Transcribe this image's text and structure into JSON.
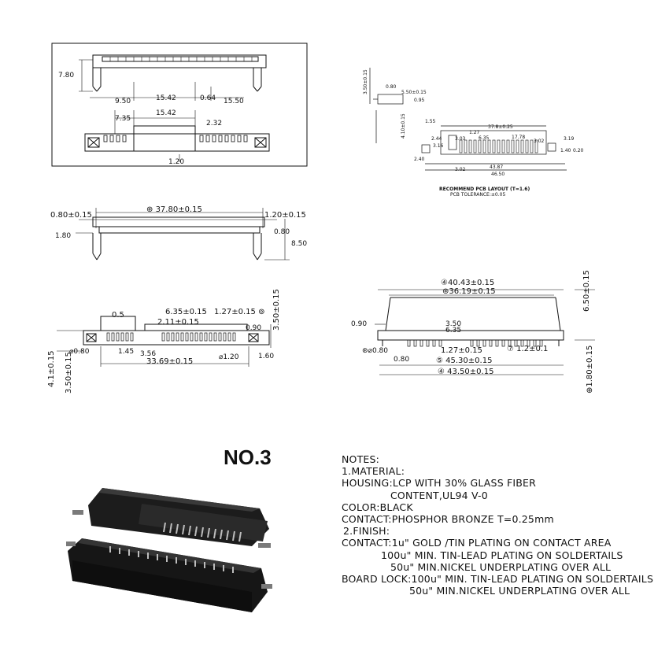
{
  "product_label": "NO.3",
  "notes": [
    {
      "text": "NOTES:",
      "indent": 0
    },
    {
      "text": "1.MATERIAL:",
      "indent": 0
    },
    {
      "text": "HOUSING:LCP WITH 30% GLASS FIBER",
      "indent": 0
    },
    {
      "text": "CONTENT,UL94 V-0",
      "indent": 62
    },
    {
      "text": "COLOR:BLACK",
      "indent": 0
    },
    {
      "text": "CONTACT:PHOSPHOR BRONZE T=0.25mm",
      "indent": 0
    },
    {
      "text": "2.FINISH:",
      "indent": 2
    },
    {
      "text": "CONTACT:1u\" GOLD /TIN PLATING ON CONTACT AREA",
      "indent": 0
    },
    {
      "text": "100u\" MIN. TIN-LEAD PLATING ON SOLDERTAILS",
      "indent": 50
    },
    {
      "text": "50u\" MIN.NICKEL UNDERPLATING OVER ALL",
      "indent": 62
    },
    {
      "text": "BOARD LOCK:100u\" MIN. TIN-LEAD PLATING ON SOLDERTAILS",
      "indent": 0
    },
    {
      "text": "50u\" MIN.NICKEL UNDERPLATING OVER ALL",
      "indent": 86
    }
  ],
  "inset_dims": {
    "height": "7.80",
    "a": "9.50",
    "b": "15.42",
    "c": "0.64",
    "d": "15.50",
    "e": "7.35",
    "f": "15.42",
    "g": "2.32",
    "h": "1.20"
  },
  "pcb": {
    "title": "RECOMMEND PCB LAYOUT (T=1.6)",
    "tolerance": "PCB TOLERANCE:±0.05",
    "dims": {
      "d1": "3.50±0.15",
      "d2": "0.80",
      "d3": "5.50±0.15",
      "d4": "0.95",
      "d5": "4.10±0.15",
      "d6": "1.55",
      "d7": "37.8±0.25",
      "d8": "1.27",
      "d9": "6.35",
      "d10": "17.78",
      "d11": "3.19",
      "d12": "2.44",
      "d13": "3.03",
      "d14": "3.02",
      "d15": "3.16",
      "d16": "2.40",
      "d17": "43.87",
      "d18": "3.02",
      "d19": "46.50",
      "d20": "1.40",
      "d21": "0.20"
    }
  },
  "side_view": {
    "top": "37.80±0.15",
    "left": "0.80±0.15",
    "right": "1.20±0.15",
    "l2": "1.80",
    "r2": "0.80",
    "height": "8.50"
  },
  "bottom_view": {
    "pitch_a": "0.5",
    "pitch_b": "6.35±0.15",
    "pitch_c": "1.27±0.15",
    "pitch_d": "2.11±0.15",
    "h1": "3.50±0.15",
    "right1": "0.90",
    "left_dia": "0.80",
    "gap1": "1.45",
    "gap2": "3.56",
    "dia2": "1.20",
    "right2": "1.60",
    "span": "33.69±0.15",
    "v1": "4.1±0.15",
    "v2": "3.50±0.15"
  },
  "front_view": {
    "w1": "40.43±0.15",
    "w2": "36.19±0.15",
    "h": "6.50±0.15",
    "left": "0.90",
    "s1": "3.50",
    "s2": "6.35",
    "dia": "0.80",
    "s3": "0.80",
    "pitch": "1.27±0.15",
    "note": "1.2±0.1",
    "w3": "45.30±0.15",
    "w4": "43.50±0.15",
    "vr": "1.80±0.15"
  }
}
